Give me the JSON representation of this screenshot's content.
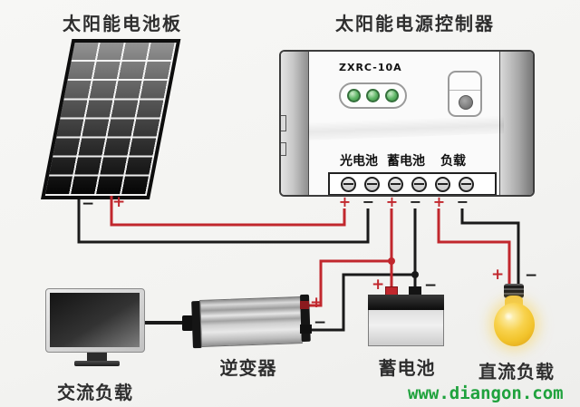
{
  "titles": {
    "solar_panel": "太阳能电池板",
    "controller": "太阳能电源控制器"
  },
  "controller": {
    "model": "ZXRC-10A",
    "terminal_groups": [
      {
        "label": "光电池"
      },
      {
        "label": "蓄电池"
      },
      {
        "label": "负载"
      }
    ],
    "led_count": 3,
    "screw_count": 6,
    "terminal_polarities": [
      "+",
      "−",
      "+",
      "−",
      "+",
      "−"
    ]
  },
  "polarity": {
    "plus": "+",
    "minus": "−"
  },
  "components": {
    "ac_load": {
      "label": "交流负载"
    },
    "inverter": {
      "label": "逆变器"
    },
    "battery": {
      "label": "蓄电池"
    },
    "dc_load": {
      "label": "直流负载"
    }
  },
  "watermark": {
    "text": "www.diangon.com"
  },
  "colors": {
    "positive_wire": "#c1272d",
    "negative_wire": "#1a1a1a",
    "led_green": "#5cb564",
    "bulb_yellow": "#f2c42c",
    "watermark_green": "#1fa23d"
  }
}
